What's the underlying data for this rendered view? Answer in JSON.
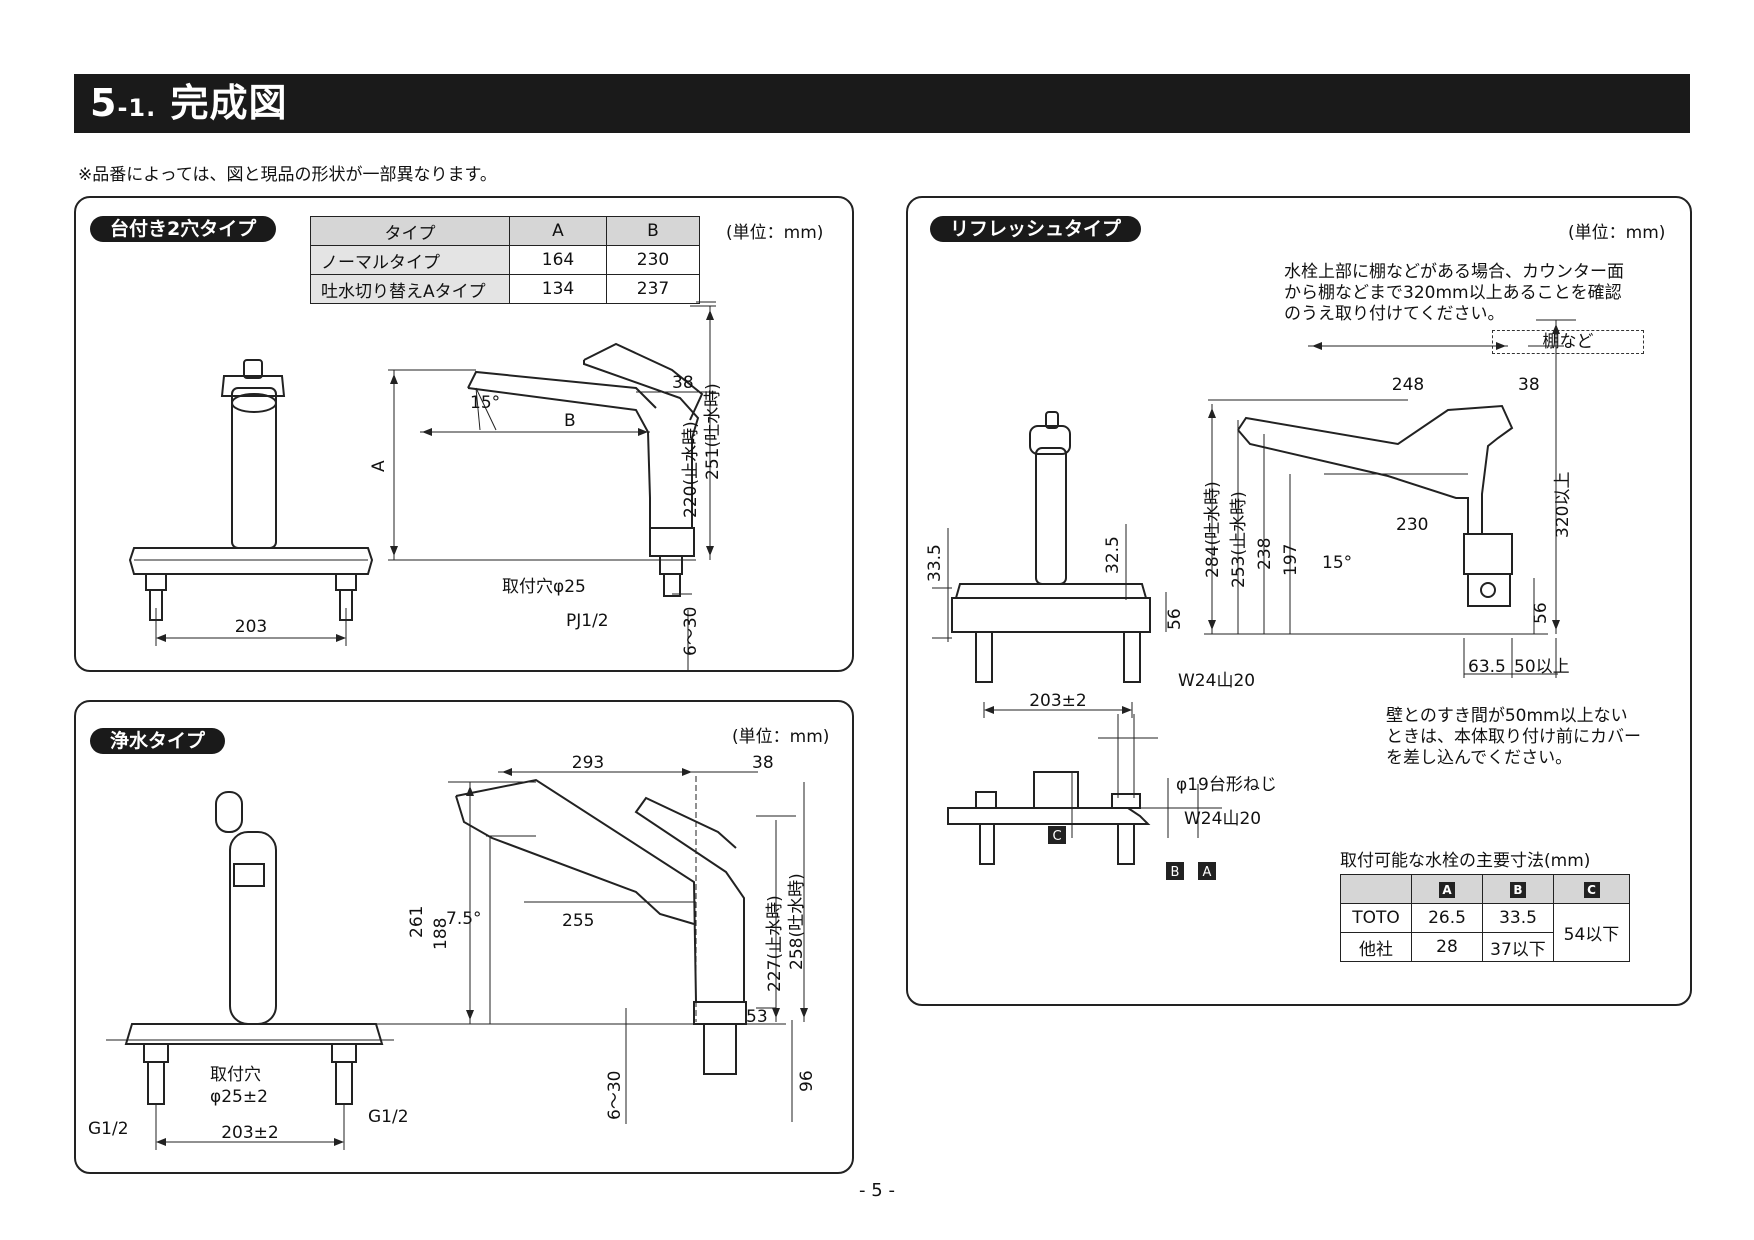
{
  "header": {
    "number": "5",
    "sub": "-1.",
    "title": "完成図"
  },
  "note": "※品番によっては、図と現品の形状が一部異なります。",
  "page_number": "- 5 -",
  "panel1": {
    "title": "台付き2穴タイプ",
    "unit": "(単位：mm)",
    "table": {
      "headers": [
        "タイプ",
        "A",
        "B"
      ],
      "rows": [
        [
          "ノーマルタイプ",
          "164",
          "230"
        ],
        [
          "吐水切り替えAタイプ",
          "134",
          "237"
        ]
      ]
    },
    "dims": {
      "d203": "203",
      "d15": "15°",
      "dB": "B",
      "dA": "A",
      "d38": "38",
      "d220": "220(止水時)",
      "d251": "251(吐水時)",
      "d630": "6～30",
      "hole": "取付穴φ25",
      "pj": "PJ1/2"
    }
  },
  "panel2": {
    "title": "浄水タイプ",
    "unit": "(単位：mm)",
    "dims": {
      "d293": "293",
      "d38": "38",
      "d261": "261",
      "d188": "188",
      "d75": "7.5°",
      "d255": "255",
      "d227": "227(止水時)",
      "d258": "258(吐水時)",
      "d53": "53",
      "d96": "96",
      "d630": "6～30",
      "hole1": "取付穴",
      "hole2": "φ25±2",
      "g1": "G1/2",
      "g2": "G1/2",
      "d203": "203±2"
    }
  },
  "panel3": {
    "title": "リフレッシュタイプ",
    "unit": "(単位：mm)",
    "note_top": [
      "水栓上部に棚などがある場合、カウンター面",
      "から棚などまで320mm以上あることを確認",
      "のうえ取り付けてください。"
    ],
    "shelf": "棚など",
    "dims": {
      "d248": "248",
      "d38": "38",
      "d284": "284(吐水時)",
      "d253": "253(止水時)",
      "d238": "238",
      "d197": "197",
      "d230": "230",
      "d15": "15°",
      "d320": "320以上",
      "d56r": "56",
      "d635": "63.5",
      "d50": "50以上",
      "d335": "33.5",
      "d325": "32.5",
      "d56l": "56",
      "w24": "W24山20",
      "d203": "203±2",
      "phi19": "φ19台形ねじ",
      "w24b": "W24山20",
      "lC": "C",
      "lB": "B",
      "lA": "A"
    },
    "note_wall": [
      "壁とのすき間が50mm以上ない",
      "ときは、本体取り付け前にカバー",
      "を差し込んでください。"
    ],
    "table_title": "取付可能な水栓の主要寸法(mm)",
    "table": {
      "headers": [
        "A",
        "B",
        "C"
      ],
      "rows": [
        [
          "TOTO",
          "26.5",
          "33.5"
        ],
        [
          "他社",
          "28",
          "37以下"
        ]
      ],
      "merged_c": "54以下"
    }
  }
}
